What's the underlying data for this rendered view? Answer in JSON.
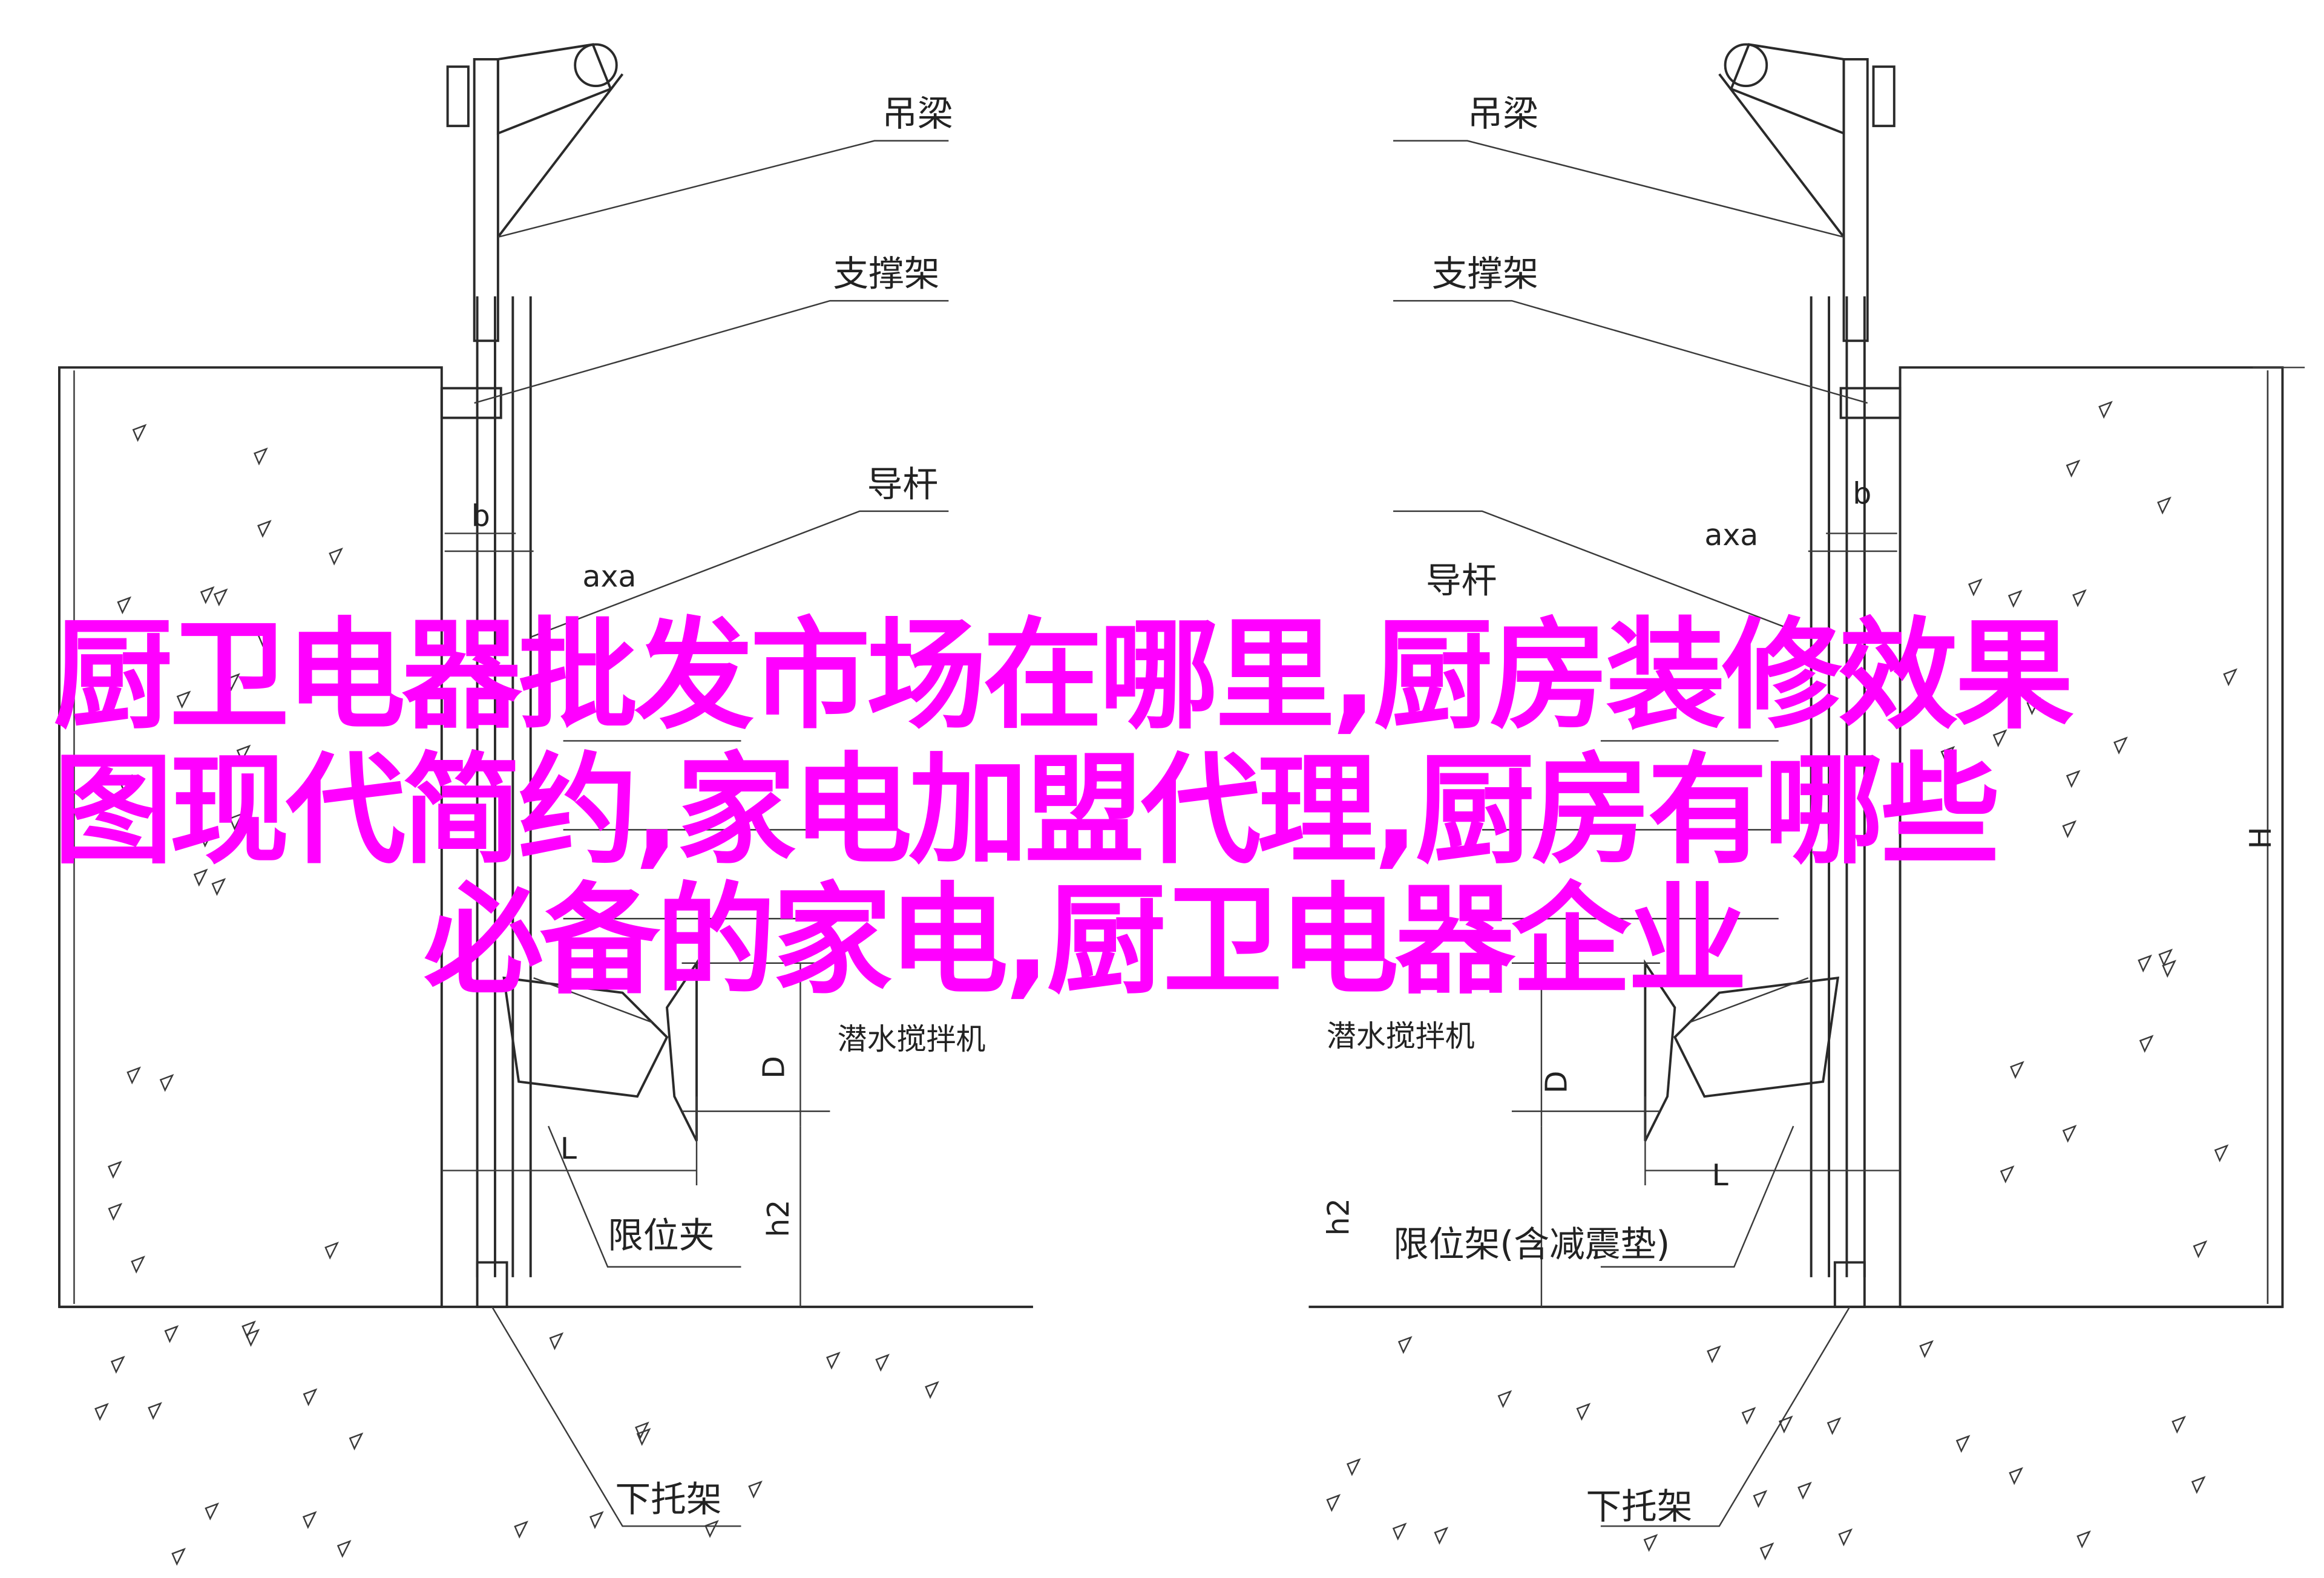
{
  "left_diagram": {
    "labels": {
      "crane_beam": "吊梁",
      "support_frame": "支撑架",
      "guide_rod": "导杆",
      "mixer": "潜水搅拌机",
      "limit_clamp": "限位夹",
      "bottom_bracket": "下托架"
    },
    "dimensions": {
      "b": "b",
      "axa": "axa",
      "D": "D",
      "L": "L",
      "h2": "h2"
    }
  },
  "right_diagram": {
    "labels": {
      "crane_beam": "吊梁",
      "support_frame": "支撑架",
      "guide_rod": "导杆",
      "mixer": "潜水搅拌机",
      "limit_frame": "限位架(含减震垫)",
      "bottom_bracket": "下托架"
    },
    "dimensions": {
      "b": "b",
      "axa": "axa",
      "D": "D",
      "L": "L",
      "h2": "h2",
      "H": "H"
    }
  },
  "overlay_text": {
    "line1": "厨卫电器批发市场在哪里,厨房装修效果",
    "line2": "图现代简约,家电加盟代理,厨房有哪些",
    "line3": "必备的家电,厨卫电器企业"
  },
  "colors": {
    "overlay": "#ff00ff",
    "drawing": "#2a2a2a"
  }
}
